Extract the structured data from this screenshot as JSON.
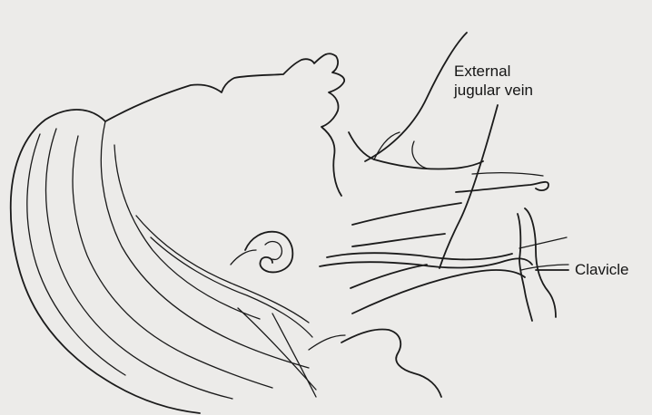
{
  "diagram": {
    "labels": {
      "external_jugular_vein": [
        "External",
        "jugular vein"
      ],
      "clavicle": "Clavicle"
    },
    "colors": {
      "ink": "#1b1b1b",
      "paper": "#ecebe9"
    }
  }
}
